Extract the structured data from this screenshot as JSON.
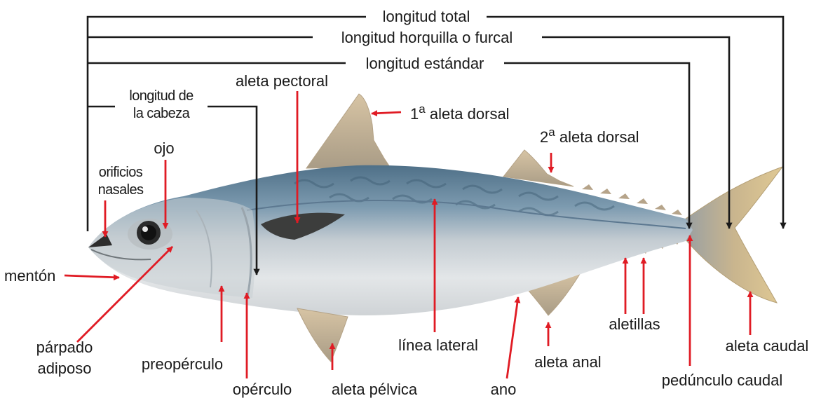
{
  "measurements": {
    "total": "longitud total",
    "fork": "longitud horquilla o furcal",
    "standard": "longitud estándar",
    "head_line1": "longitud de",
    "head_line2": "la cabeza"
  },
  "labels": {
    "pectoral_fin": "aleta pectoral",
    "first_dorsal_num": "1",
    "first_dorsal_sup": "a",
    "first_dorsal_text": " aleta dorsal",
    "second_dorsal_num": "2",
    "second_dorsal_sup": "a",
    "second_dorsal_text": " aleta dorsal",
    "eye": "ojo",
    "nostrils_line1": "orificios",
    "nostrils_line2": "nasales",
    "chin": "mentón",
    "adipose_eyelid_line1": "párpado",
    "adipose_eyelid_line2": "adiposo",
    "preopercle": "preopérculo",
    "opercle": "opérculo",
    "pelvic_fin": "aleta pélvica",
    "lateral_line": "línea lateral",
    "anus": "ano",
    "anal_fin": "aleta anal",
    "finlets": "aletillas",
    "caudal_peduncle": "pedúnculo caudal",
    "caudal_fin": "aleta caudal"
  },
  "colors": {
    "arrow_red": "#e01b24",
    "line_black": "#1a1a1a",
    "fish_back": "#6e8ea6",
    "fish_belly": "#dfe3e6"
  }
}
